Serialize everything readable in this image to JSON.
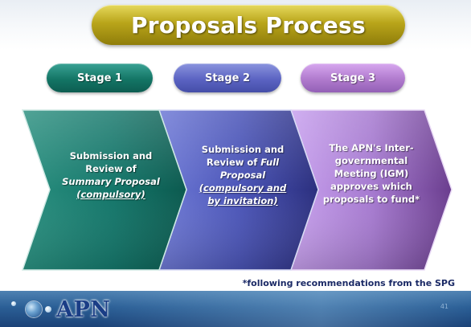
{
  "title": "Proposals Process",
  "stages": [
    {
      "label": "Stage 1",
      "lines": [
        {
          "text": "Submission and",
          "style": "normal"
        },
        {
          "text": "Review of",
          "style": "normal"
        },
        {
          "text": "Summary Proposal",
          "style": "italic"
        },
        {
          "text": "(compulsory)",
          "style": "underline-italic"
        }
      ]
    },
    {
      "label": "Stage 2",
      "lines": [
        {
          "text": "Submission and",
          "style": "normal"
        },
        {
          "text_a": "Review of ",
          "text_b": "Full",
          "style": "mixed"
        },
        {
          "text": "Proposal",
          "style": "italic"
        },
        {
          "text": "(compulsory and",
          "style": "underline-italic"
        },
        {
          "text": "by invitation)",
          "style": "underline-italic"
        }
      ]
    },
    {
      "label": "Stage 3",
      "lines": [
        {
          "text": "The APN's Inter-",
          "style": "normal"
        },
        {
          "text": "governmental",
          "style": "normal"
        },
        {
          "text": "Meeting (IGM)",
          "style": "normal"
        },
        {
          "text": "approves which",
          "style": "normal"
        },
        {
          "text": "proposals to fund*",
          "style": "normal"
        }
      ]
    }
  ],
  "footnote": "*following recommendations from the SPG",
  "logo": {
    "text": "APN"
  },
  "page_number": "41",
  "colors": {
    "stage1": "#137565",
    "stage2": "#5b63c2",
    "stage3": "#b07acd",
    "title_pill": "#b9a51a",
    "footer_band": "#2b5f96"
  }
}
